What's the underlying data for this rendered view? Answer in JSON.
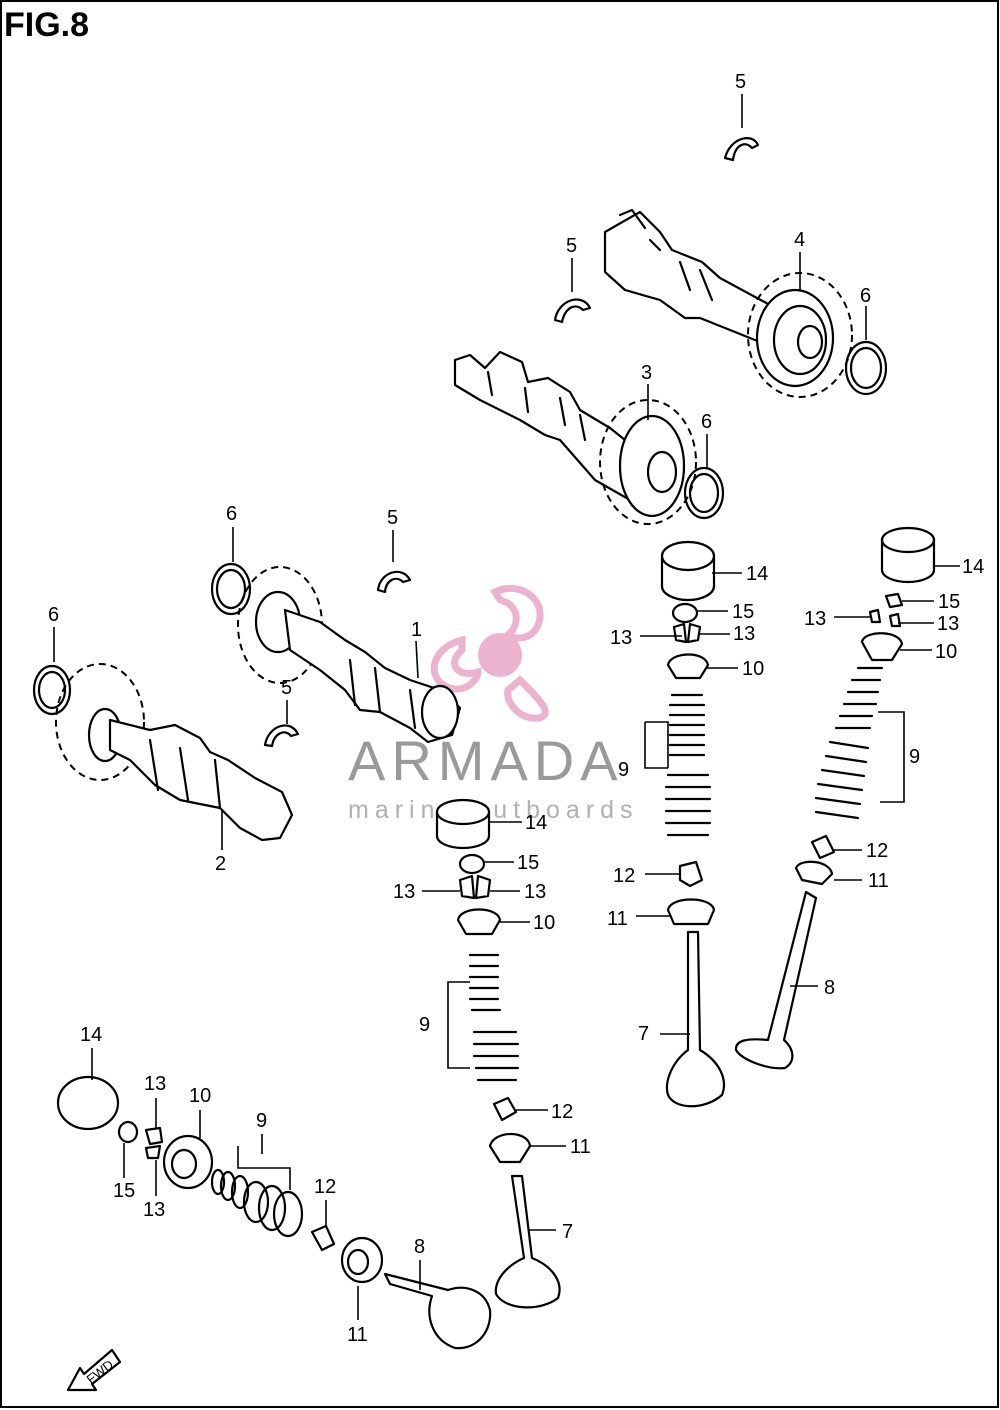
{
  "figure_title": "FIG.8",
  "watermark": {
    "brand": "ARMADA",
    "tagline": "marine outboards",
    "color": "#e8a6c6"
  },
  "direction_label": "FWD",
  "callouts": {
    "camshaft_1": "1",
    "camshaft_2": "2",
    "camshaft_3": "3",
    "camshaft_4": "4",
    "key_5_top": "5",
    "key_5_upper": "5",
    "key_5_mid": "5",
    "key_5_low": "5",
    "ring_6_right": "6",
    "ring_6_mid": "6",
    "ring_6_left_upper": "6",
    "ring_6_left": "6",
    "valve_7_mid": "7",
    "valve_7_center": "7",
    "valve_8_right": "8",
    "valve_8_left": "8",
    "spring_9_center": "9",
    "spring_9_mid": "9",
    "spring_9_right": "9",
    "spring_9_left": "9",
    "retainer_10_center": "10",
    "retainer_10_mid": "10",
    "retainer_10_right": "10",
    "retainer_10_left": "10",
    "seat_11_center": "11",
    "seat_11_mid": "11",
    "seat_11_right": "11",
    "seat_11_left": "11",
    "seal_12_center": "12",
    "seal_12_mid": "12",
    "seal_12_right": "12",
    "seal_12_left": "12",
    "cotter_13_center_l": "13",
    "cotter_13_center_r": "13",
    "cotter_13_mid_l": "13",
    "cotter_13_mid_r": "13",
    "cotter_13_right_l": "13",
    "cotter_13_right_r": "13",
    "cotter_13_left_top": "13",
    "cotter_13_left_bot": "13",
    "tappet_14_center": "14",
    "tappet_14_mid": "14",
    "tappet_14_right": "14",
    "tappet_14_left": "14",
    "shim_15_center": "15",
    "shim_15_mid": "15",
    "shim_15_right": "15",
    "shim_15_left": "15"
  }
}
